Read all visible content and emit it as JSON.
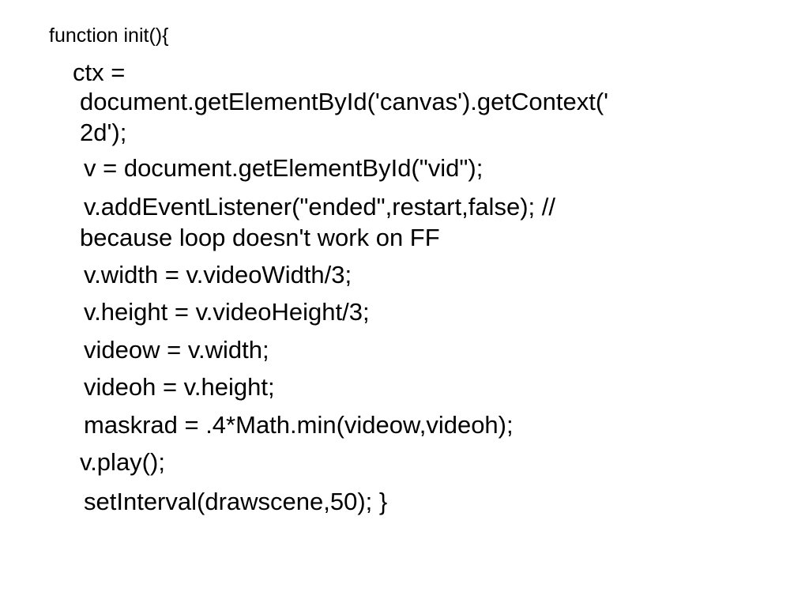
{
  "slide": {
    "heading": "function init(){",
    "lines": [
      "ctx =",
      "document.getElementById('canvas').getContext('",
      "2d');",
      "v = document.getElementById(\"vid\");",
      "v.addEventListener(\"ended\",restart,false);  //",
      "because loop doesn't work on FF",
      "v.width = v.videoWidth/3;",
      "v.height = v.videoHeight/3;",
      "videow = v.width;",
      "videoh = v.height;",
      "maskrad = .4*Math.min(videow,videoh);",
      "v.play();",
      "setInterval(drawscene,50); }"
    ]
  }
}
